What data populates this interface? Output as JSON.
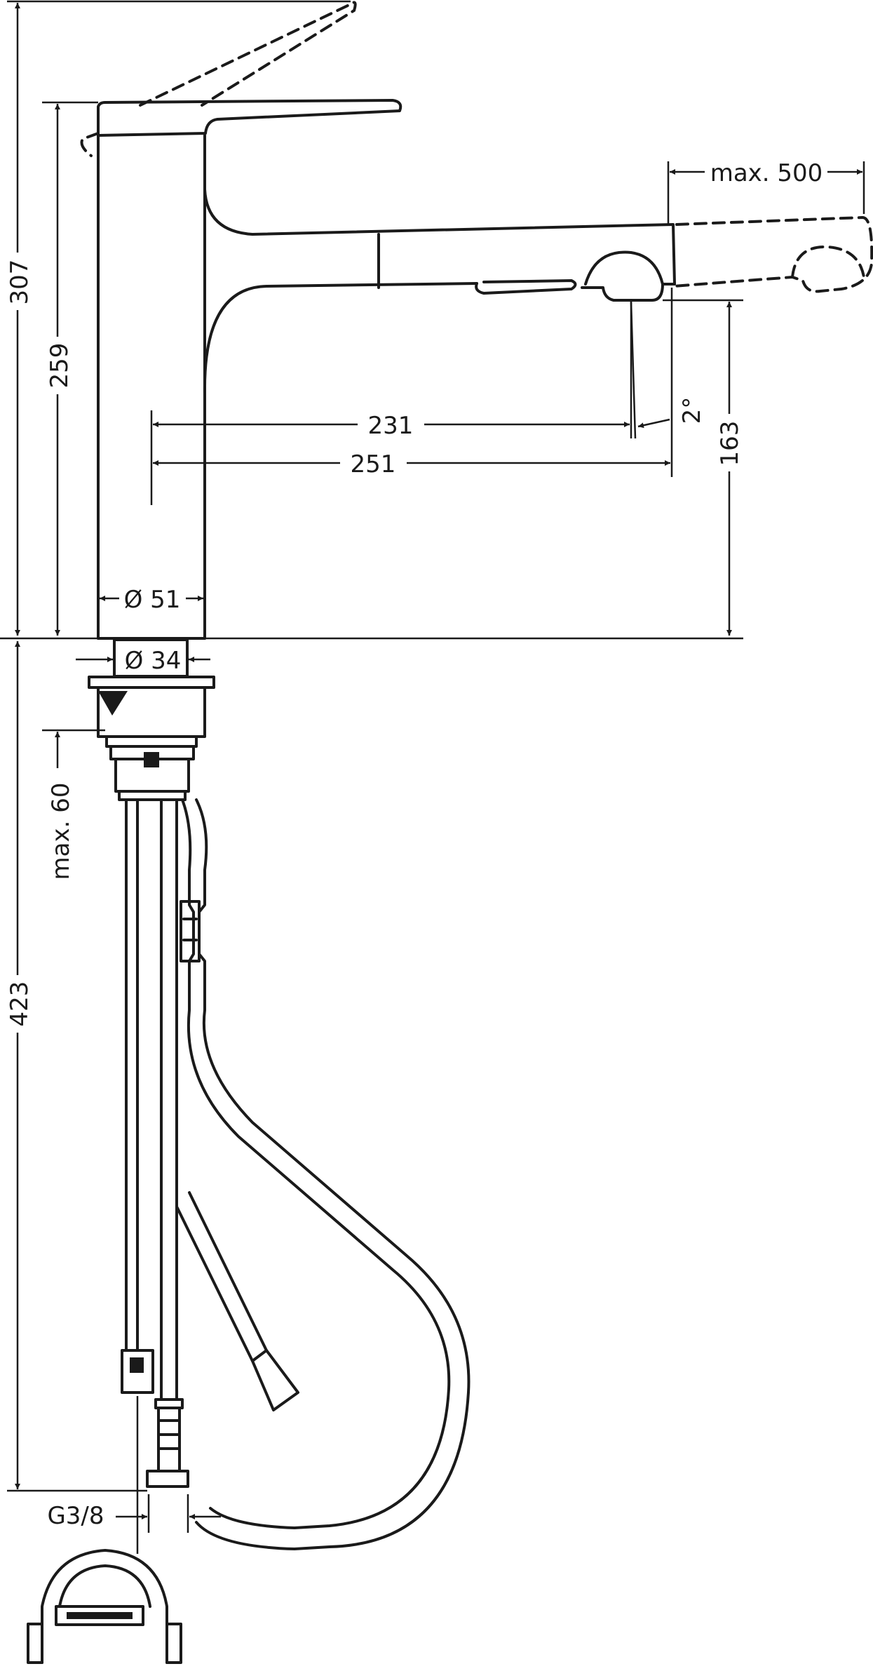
{
  "dimensions": {
    "overall_height": "307",
    "lever_height": "259",
    "spout_height": "163",
    "below_deck_length": "423",
    "max_deck_thickness": "max. 60",
    "pullout_length": "max. 500",
    "spout_reach_short": "231",
    "spout_reach_long": "251",
    "spray_angle": "2°",
    "body_diameter": "Ø 51",
    "shank_diameter": "Ø 34",
    "connection_thread": "G3/8"
  }
}
